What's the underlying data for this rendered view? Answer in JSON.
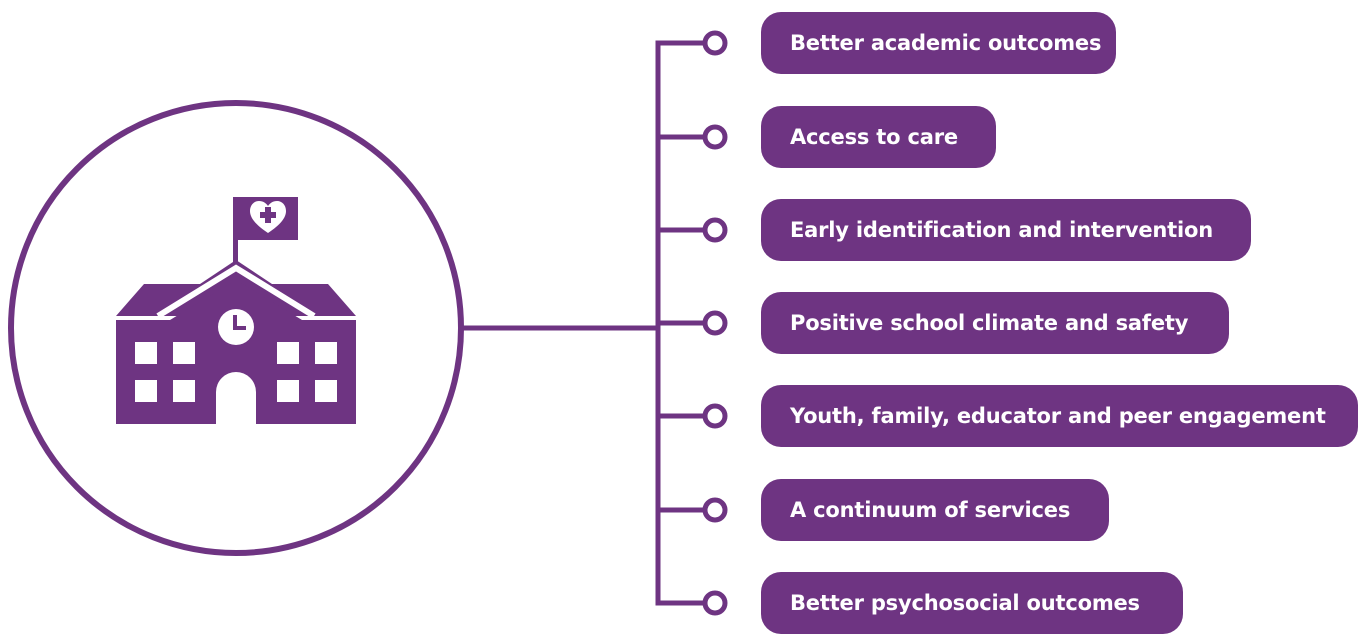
{
  "colors": {
    "primary": "#6e3482",
    "background": "#ffffff",
    "text_on_primary": "#ffffff"
  },
  "hub": {
    "icon": "school-building-icon",
    "flag_icon": "heart-plus-icon",
    "clock_icon": "clock-icon"
  },
  "outcomes": [
    {
      "label": "Better academic outcomes"
    },
    {
      "label": "Access to care"
    },
    {
      "label": "Early identification and intervention"
    },
    {
      "label": "Positive school climate and safety"
    },
    {
      "label": "Youth, family, educator and peer engagement"
    },
    {
      "label": "A continuum of services"
    },
    {
      "label": "Better psychosocial outcomes"
    }
  ]
}
